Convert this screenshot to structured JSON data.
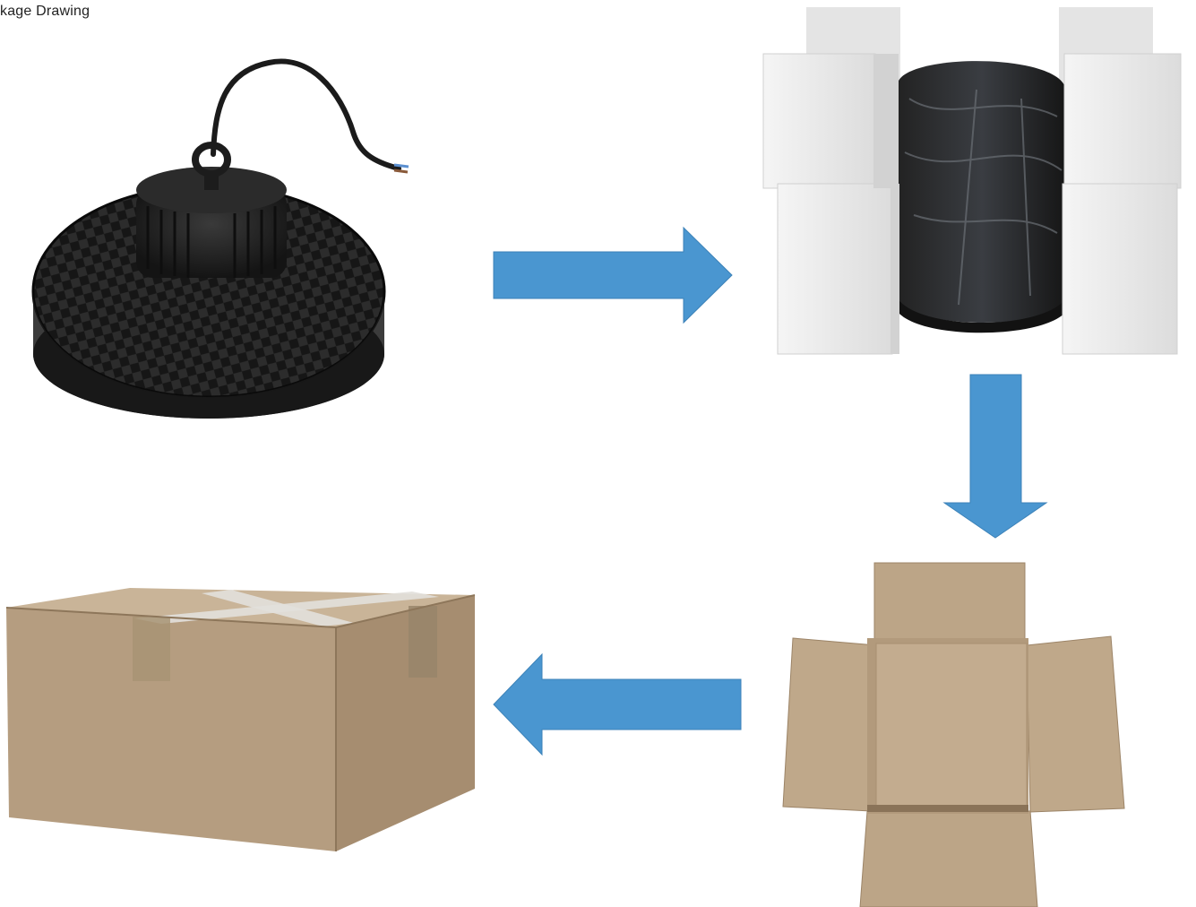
{
  "title": "kage Drawing",
  "colors": {
    "arrow": "#4A96D0",
    "arrow_stroke": "#3C82B8",
    "lamp": "#1E1E1E",
    "foam": "#EDEDED",
    "cardboard": "#B59D80",
    "cardboard_dark": "#9C8467",
    "tape": "#E2E0DC"
  },
  "steps": [
    {
      "name": "high-bay-lamp",
      "icon": "ufo-high-bay-light-icon"
    },
    {
      "name": "foam-packing",
      "icon": "foam-wrapped-lamp-icon"
    },
    {
      "name": "open-carton",
      "icon": "open-carton-icon"
    },
    {
      "name": "sealed-carton",
      "icon": "sealed-carton-icon"
    }
  ],
  "flow": [
    "right",
    "down",
    "left"
  ]
}
